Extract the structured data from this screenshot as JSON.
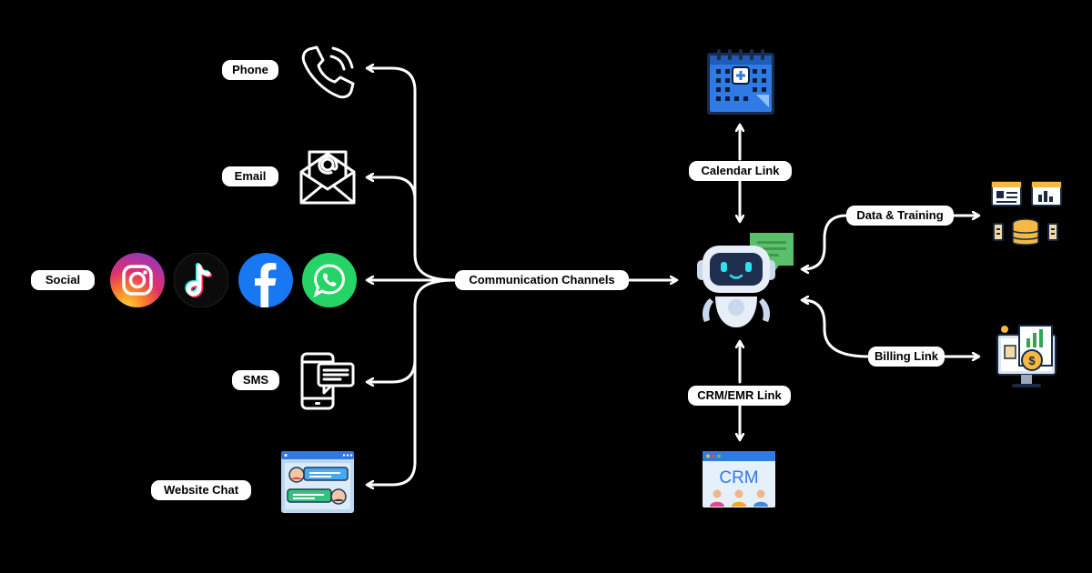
{
  "channels": {
    "phone": "Phone",
    "email": "Email",
    "social": "Social",
    "sms": "SMS",
    "website_chat": "Website Chat"
  },
  "hub": {
    "label": "Communication Channels"
  },
  "links": {
    "calendar": "Calendar Link",
    "data_training": "Data & Training",
    "billing": "Billing Link",
    "crm_emr": "CRM/EMR Link"
  },
  "icons": {
    "phone": "phone-icon",
    "email": "envelope-icon",
    "instagram": "instagram-icon",
    "tiktok": "tiktok-icon",
    "facebook": "facebook-icon",
    "whatsapp": "whatsapp-icon",
    "sms": "smartphone-chat-icon",
    "website_chat": "browser-chat-icon",
    "calendar": "calendar-icon",
    "bot": "chatbot-icon",
    "data": "data-analytics-icon",
    "billing": "billing-dashboard-icon",
    "crm": "crm-icon"
  },
  "crm_text": "CRM",
  "colors": {
    "background": "#000000",
    "connector": "#ffffff",
    "calendar_blue": "#2f7ae5",
    "bot_green": "#5bbf6b",
    "facebook_blue": "#1877f2",
    "whatsapp_green": "#25d366"
  }
}
